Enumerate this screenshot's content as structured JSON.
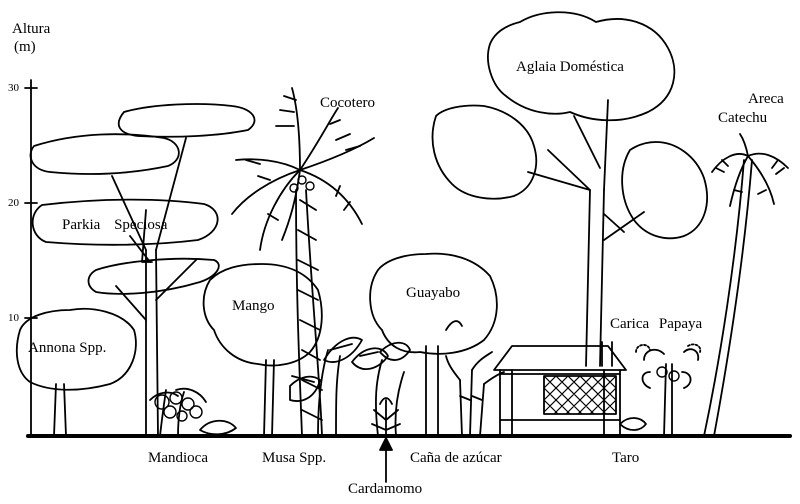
{
  "axis": {
    "title_line1": "Altura",
    "title_line2": "(m)",
    "ticks": [
      "30",
      "20",
      "10"
    ]
  },
  "plants": {
    "cocotero": "Cocotero",
    "aglaia": "Aglaia Doméstica",
    "areca_line1": "Areca",
    "areca_line2": "Catechu",
    "parkia": "Parkia Speciosa",
    "mango": "Mango",
    "guayabo": "Guayabo",
    "carica": "Carica Papaya",
    "annona": "Annona Spp."
  },
  "ground_labels": {
    "mandioca": "Mandioca",
    "musa": "Musa Spp.",
    "cana": "Caña de azúcar",
    "taro": "Taro",
    "cardamomo": "Cardamomo"
  },
  "colors": {
    "ink": "#000000",
    "paper": "#ffffff"
  }
}
